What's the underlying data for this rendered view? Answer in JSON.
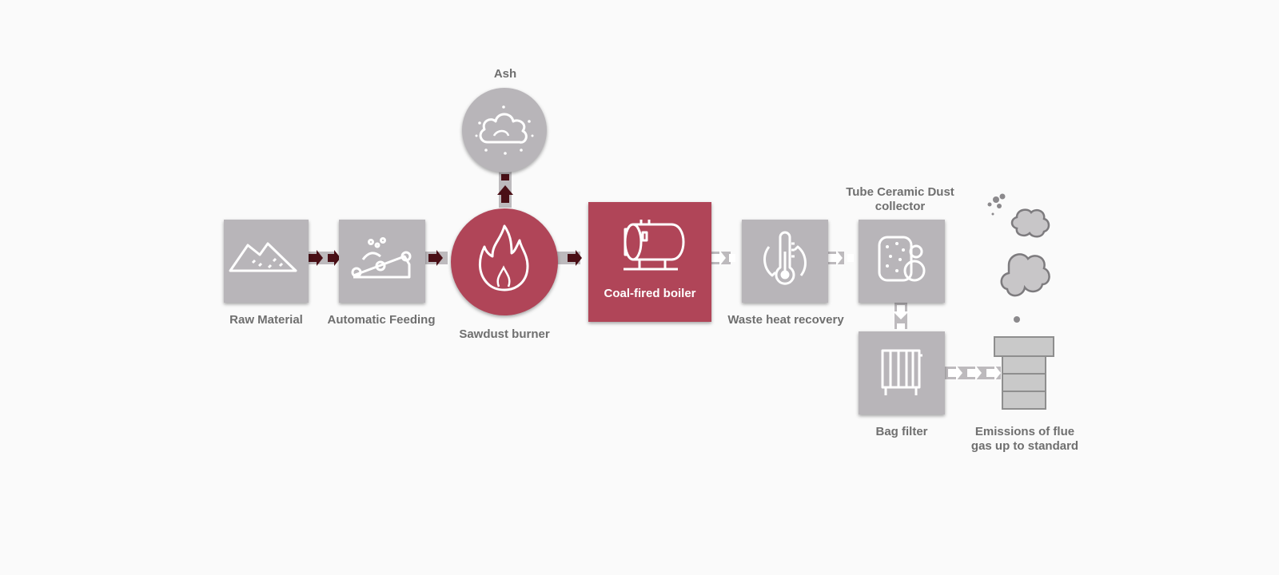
{
  "nodes": {
    "raw_material": "Raw Material",
    "automatic_feeding": "Automatic Feeding",
    "sawdust_burner": "Sawdust burner",
    "ash": "Ash",
    "coal_fired_boiler": "Coal-fired boiler",
    "waste_heat_recovery": "Waste heat recovery",
    "tube_ceramic_dust_collector": "Tube Ceramic Dust collector",
    "bag_filter": "Bag filter",
    "emissions": "Emissions of flue gas up to standard"
  },
  "icons": {
    "raw_material": "mountains-icon",
    "automatic_feeding": "conveyor-icon",
    "sawdust_burner": "flame-icon",
    "ash": "cloud-icon",
    "coal_fired_boiler": "boiler-tank-icon",
    "waste_heat_recovery": "thermometer-cycle-icon",
    "tube_ceramic_dust_collector": "dust-collector-icon",
    "bag_filter": "bag-filter-icon",
    "emissions": "chimney-smoke-icon"
  },
  "colors": {
    "accent": "#b04558",
    "node_gray": "#b8b5b9",
    "dark_arrow": "#4a0f16",
    "light_arrow": "#ffffff",
    "label_gray": "#6f6f6f"
  }
}
